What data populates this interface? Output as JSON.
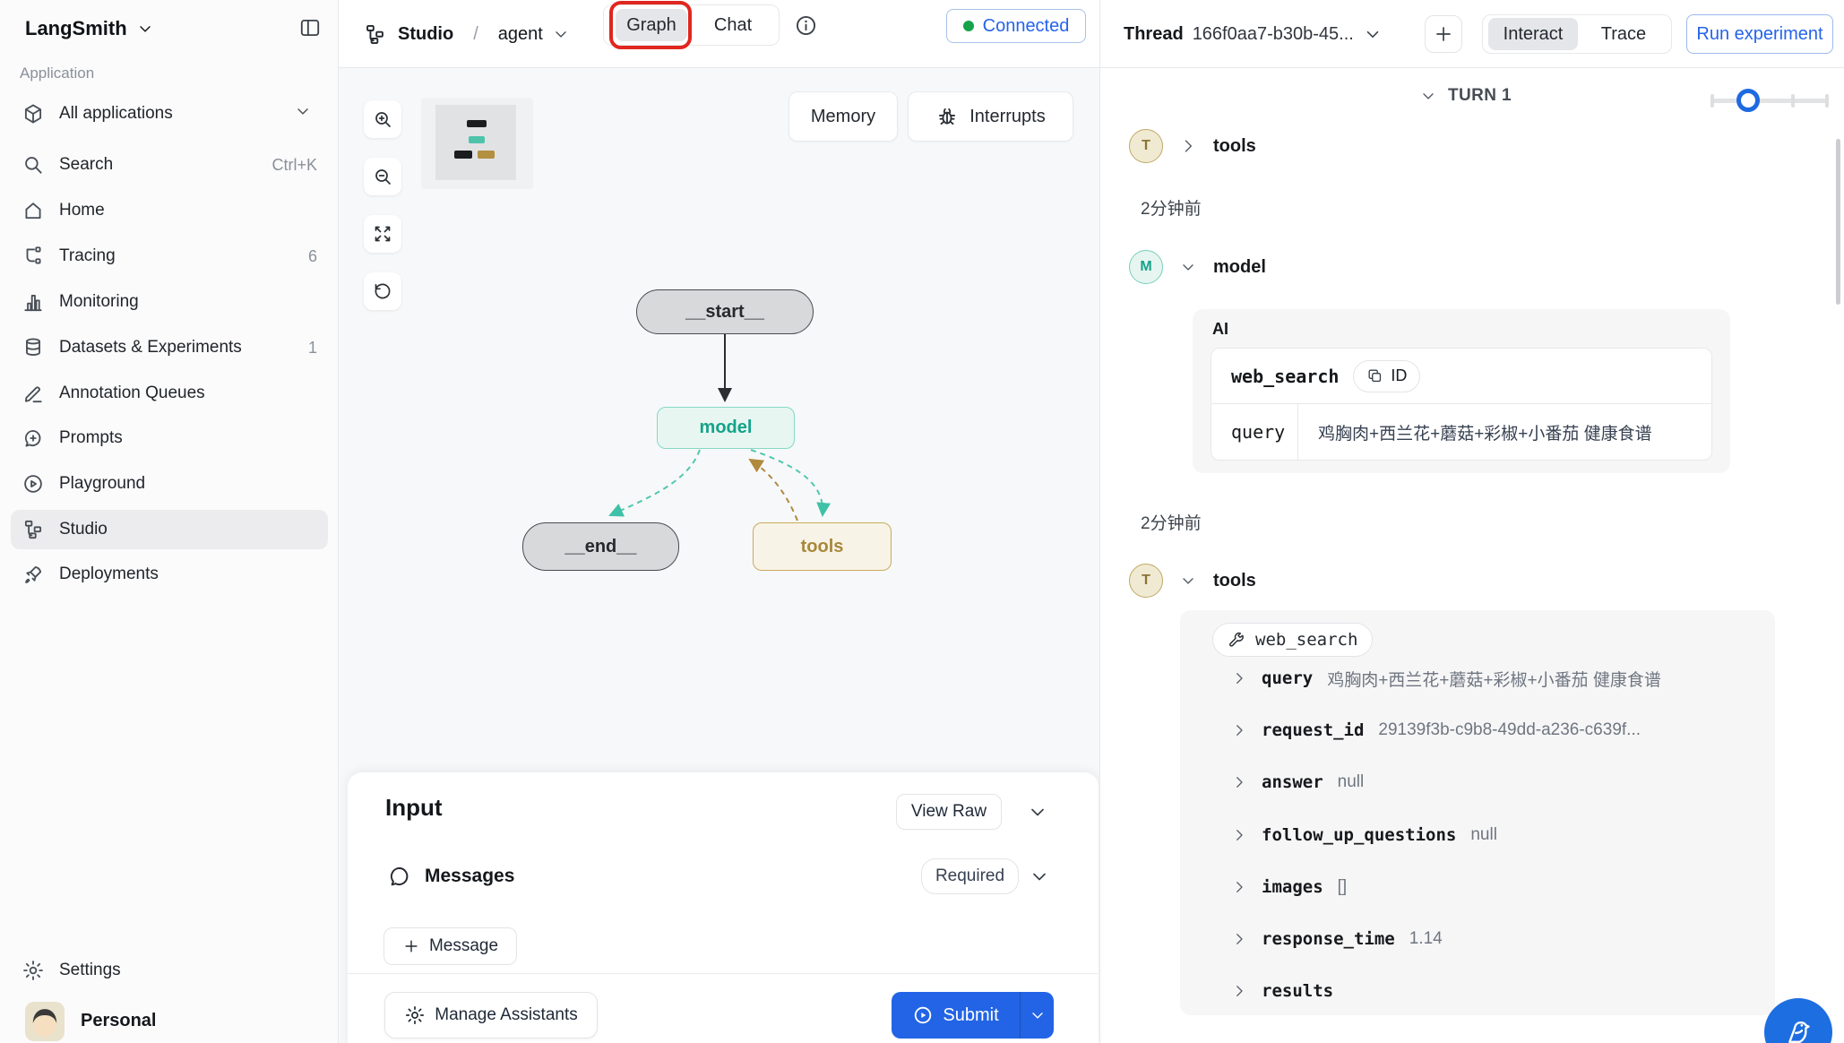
{
  "sidebar": {
    "brand": "LangSmith",
    "section_label": "Application",
    "items": [
      {
        "label": "All applications"
      },
      {
        "label": "Search",
        "shortcut": "Ctrl+K"
      },
      {
        "label": "Home"
      },
      {
        "label": "Tracing",
        "badge": "6"
      },
      {
        "label": "Monitoring"
      },
      {
        "label": "Datasets & Experiments",
        "badge": "1"
      },
      {
        "label": "Annotation Queues"
      },
      {
        "label": "Prompts"
      },
      {
        "label": "Playground"
      },
      {
        "label": "Studio"
      },
      {
        "label": "Deployments"
      }
    ],
    "settings": "Settings",
    "account": "Personal"
  },
  "topbar": {
    "app": "Studio",
    "separator": "/",
    "agent": "agent",
    "graph_tab": "Graph",
    "chat_tab": "Chat",
    "connected": "Connected"
  },
  "canvas": {
    "memory": "Memory",
    "interrupts": "Interrupts",
    "start_node": "__start__",
    "model_node": "model",
    "end_node": "__end__",
    "tools_node": "tools"
  },
  "input_panel": {
    "title": "Input",
    "view_raw": "View Raw",
    "messages": "Messages",
    "required": "Required",
    "add_message": "Message",
    "manage_assistants": "Manage Assistants",
    "submit": "Submit"
  },
  "thread_panel": {
    "thread_label": "Thread",
    "thread_id": "166f0aa7-b30b-45...",
    "interact_tab": "Interact",
    "trace_tab": "Trace",
    "run_experiment": "Run experiment",
    "turn": "TURN 1",
    "time_1": "2分钟前",
    "time_2": "2分钟前",
    "tools_avatar": "T",
    "model_avatar": "M",
    "tools_label": "tools",
    "model_label": "model",
    "model_card": {
      "role": "AI",
      "tool": "web_search",
      "id_label": "ID",
      "query_key": "query",
      "query_value": "鸡胸肉+西兰花+蘑菇+彩椒+小番茄  健康食谱"
    },
    "tools_card": {
      "tool": "web_search",
      "rows": [
        {
          "key": "query",
          "value": "鸡胸肉+西兰花+蘑菇+彩椒+小番茄 健康食谱"
        },
        {
          "key": "request_id",
          "value": "29139f3b-c9b8-49dd-a236-c639f..."
        },
        {
          "key": "answer",
          "value": "null"
        },
        {
          "key": "follow_up_questions",
          "value": "null"
        },
        {
          "key": "images",
          "value": "[]"
        },
        {
          "key": "response_time",
          "value": "1.14"
        },
        {
          "key": "results",
          "value": ""
        }
      ]
    }
  },
  "colors": {
    "accent_blue": "#2563eb",
    "connected_green": "#15a34a",
    "model_teal": "#14a38a",
    "tools_gold": "#a9883b",
    "highlight_red": "#e0271f"
  }
}
